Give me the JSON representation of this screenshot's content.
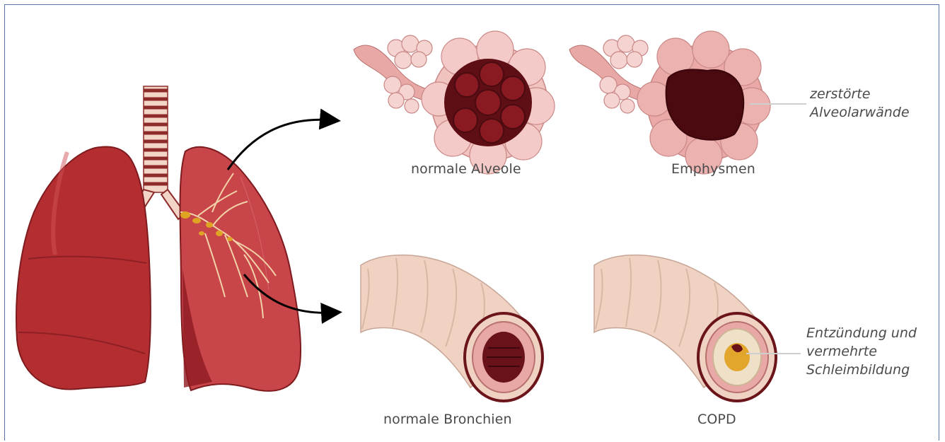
{
  "captions": {
    "normal_alveolus": "normale Alveole",
    "emphysema": "Emphysmen",
    "normal_bronchus": "normale Bronchien",
    "copd": "COPD"
  },
  "annotations": {
    "destroyed_walls": [
      "zerstörte",
      "Alveolarwände"
    ],
    "inflammation": [
      "Entzündung und",
      "vermehrte",
      "Schleimbildung"
    ]
  },
  "colors": {
    "frame": "#5b74a6",
    "lung_dark": "#a8252b",
    "lung_mid": "#c8454a",
    "alveoli_pink": "#eec0bf",
    "bronchus_skin": "#efd2c2",
    "mucus": "#e2a62c"
  }
}
